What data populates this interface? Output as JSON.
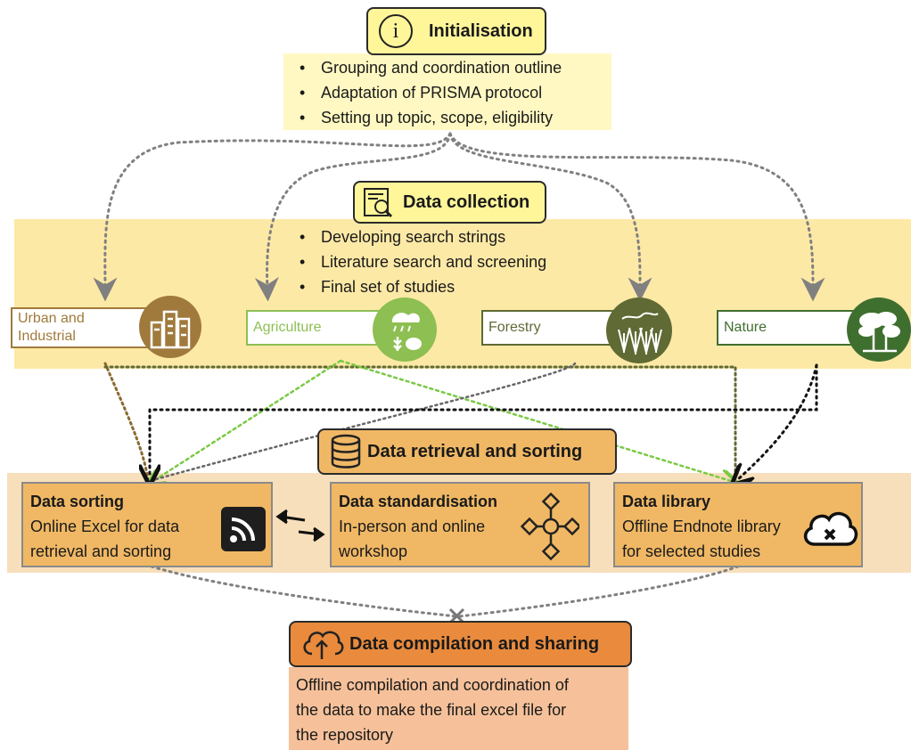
{
  "initialisation": {
    "title": "Initialisation",
    "icon": "info-icon",
    "bullets": [
      "Grouping and coordination outline",
      "Adaptation of PRISMA protocol",
      "Setting up topic, scope, eligibility"
    ]
  },
  "data_collection": {
    "title": "Data collection",
    "icon": "document-search-icon",
    "bullets": [
      "Developing search strings",
      "Literature search and screening",
      "Final set of studies"
    ]
  },
  "categories": [
    {
      "line1": "Urban and",
      "line2": "Industrial",
      "icon": "buildings-icon",
      "color": "#a07a3c"
    },
    {
      "label": "Agriculture",
      "icon": "agriculture-icon",
      "color": "#8dbf52"
    },
    {
      "label": "Forestry",
      "icon": "forest-icon",
      "color": "#5f6a34"
    },
    {
      "label": "Nature",
      "icon": "tree-icon",
      "color": "#3f6f2e"
    }
  ],
  "data_retrieval": {
    "title": "Data retrieval and sorting",
    "icon": "database-icon",
    "cards": [
      {
        "title": "Data sorting",
        "line1": "Online Excel for data",
        "line2": "retrieval and sorting",
        "icon": "rss-icon"
      },
      {
        "title": "Data standardisation",
        "line1": "In-person and online",
        "line2": "workshop",
        "icon": "network-icon"
      },
      {
        "title": "Data library",
        "line1": "Offline Endnote library",
        "line2": "for selected studies",
        "icon": "cloud-error-icon"
      }
    ]
  },
  "data_compilation": {
    "title": "Data compilation and sharing",
    "icon": "cloud-upload-icon",
    "lines": [
      "Offline compilation and coordination of",
      "the data to make the final excel file for",
      "the repository"
    ]
  },
  "colors": {
    "init_title_bg": "#fff69a",
    "collect_band": "#fde9a6",
    "retrieve_band": "#f8dfbb",
    "retrieve_title_bg": "#f0b865",
    "compile_title_bg": "#e98a3c",
    "compile_body_bg": "#f6c19a"
  }
}
